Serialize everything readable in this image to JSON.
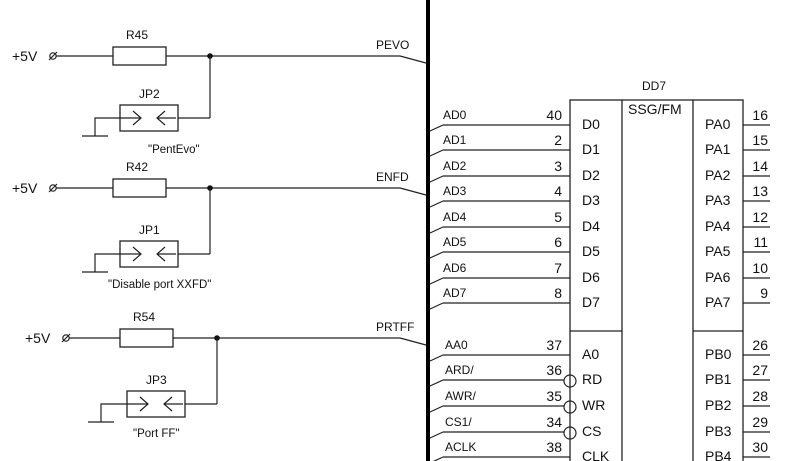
{
  "title": "DD7 SSG/FM sound chip connection schematic",
  "left_circuits": [
    {
      "supply": "+5V",
      "resistor": "R45",
      "jumper": "JP2",
      "jumper_caption": "\"PentEvo\"",
      "net": "PEVO"
    },
    {
      "supply": "+5V",
      "resistor": "R42",
      "jumper": "JP1",
      "jumper_caption": "\"Disable port  XXFD\"",
      "net": "ENFD"
    },
    {
      "supply": "+5V",
      "resistor": "R54",
      "jumper": "JP3",
      "jumper_caption": "\"Port FF\"",
      "net": "PRTFF"
    }
  ],
  "chip": {
    "ref": "DD7",
    "type": "SSG/FM",
    "left_pins": [
      {
        "net": "AD0",
        "num": "40",
        "name": "D0",
        "inverted": false
      },
      {
        "net": "AD1",
        "num": "2",
        "name": "D1",
        "inverted": false
      },
      {
        "net": "AD2",
        "num": "3",
        "name": "D2",
        "inverted": false
      },
      {
        "net": "AD3",
        "num": "4",
        "name": "D3",
        "inverted": false
      },
      {
        "net": "AD4",
        "num": "5",
        "name": "D4",
        "inverted": false
      },
      {
        "net": "AD5",
        "num": "6",
        "name": "D5",
        "inverted": false
      },
      {
        "net": "AD6",
        "num": "7",
        "name": "D6",
        "inverted": false
      },
      {
        "net": "AD7",
        "num": "8",
        "name": "D7",
        "inverted": false
      },
      {
        "net": "AA0",
        "num": "37",
        "name": "A0",
        "inverted": false
      },
      {
        "net": "ARD/",
        "num": "36",
        "name": "RD",
        "inverted": true
      },
      {
        "net": "AWR/",
        "num": "35",
        "name": "WR",
        "inverted": true
      },
      {
        "net": "CS1/",
        "num": "34",
        "name": "CS",
        "inverted": true
      },
      {
        "net": "ACLK",
        "num": "38",
        "name": "CLK",
        "inverted": false
      }
    ],
    "right_pins": [
      {
        "name": "PA0",
        "num": "16"
      },
      {
        "name": "PA1",
        "num": "15"
      },
      {
        "name": "PA2",
        "num": "14"
      },
      {
        "name": "PA3",
        "num": "13"
      },
      {
        "name": "PA4",
        "num": "12"
      },
      {
        "name": "PA5",
        "num": "11"
      },
      {
        "name": "PA6",
        "num": "10"
      },
      {
        "name": "PA7",
        "num": "9"
      },
      {
        "name": "PB0",
        "num": "26"
      },
      {
        "name": "PB1",
        "num": "27"
      },
      {
        "name": "PB2",
        "num": "28"
      },
      {
        "name": "PB3",
        "num": "29"
      },
      {
        "name": "PB4",
        "num": "30"
      }
    ]
  }
}
